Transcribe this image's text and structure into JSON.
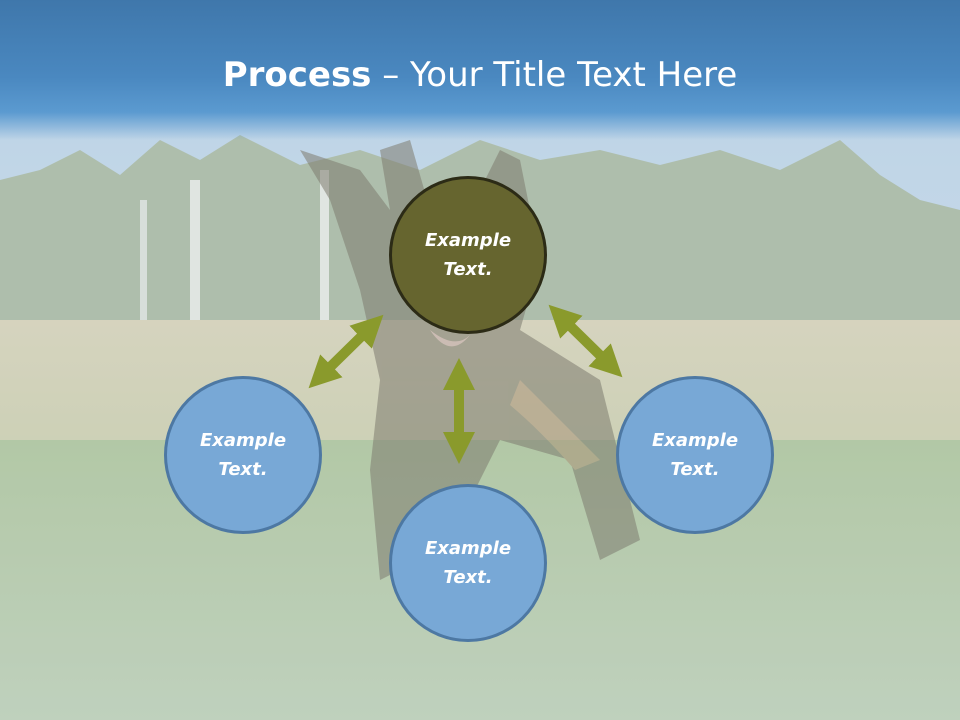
{
  "slide": {
    "title_bold": "Process",
    "title_rest": " – Your Title Text Here"
  },
  "diagram": {
    "center": {
      "line1": "Example",
      "line2": "Text."
    },
    "left": {
      "line1": "Example",
      "line2": "Text."
    },
    "bottom": {
      "line1": "Example",
      "line2": "Text."
    },
    "right": {
      "line1": "Example",
      "line2": "Text."
    }
  },
  "colors": {
    "title_band": "#4a88c0",
    "center_fill": "#66652f",
    "node_fill": "#78a8d6",
    "node_border": "#4d78a3",
    "arrow": "#8a9a2c"
  },
  "background": {
    "subject": "dog-photo"
  }
}
